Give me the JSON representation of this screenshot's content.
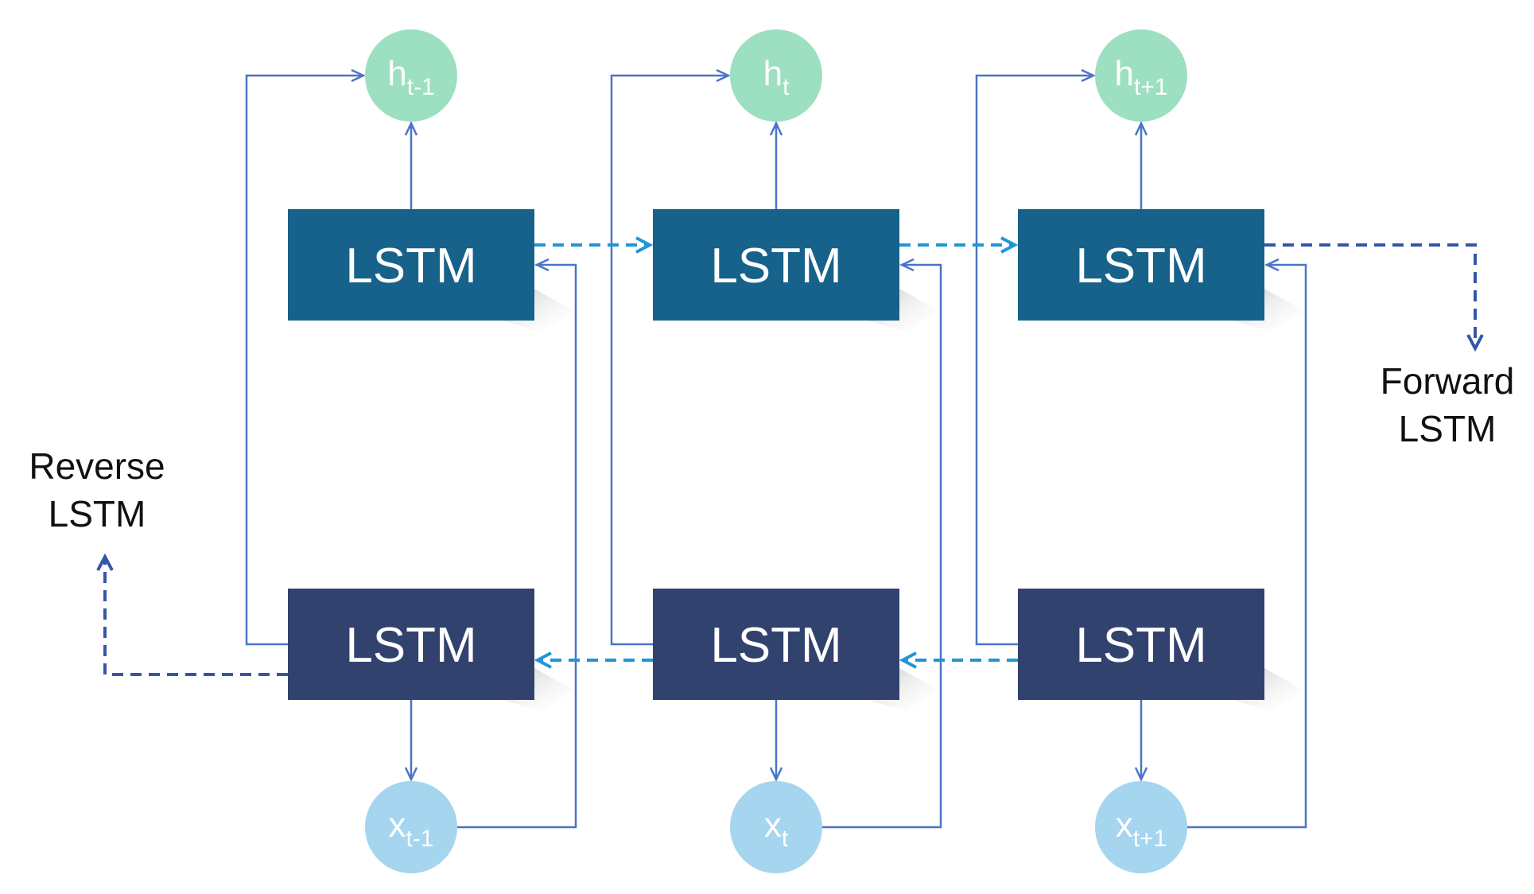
{
  "colors": {
    "forward_block": "#16628a",
    "reverse_block": "#32426f",
    "output_node": "#9ddfc1",
    "input_node": "#a5d5ef",
    "connector": "#4a74c8",
    "forward_dashed": "#2196d6",
    "reverse_dashed": "#3556a8"
  },
  "forward_blocks": [
    {
      "label": "LSTM"
    },
    {
      "label": "LSTM"
    },
    {
      "label": "LSTM"
    }
  ],
  "reverse_blocks": [
    {
      "label": "LSTM"
    },
    {
      "label": "LSTM"
    },
    {
      "label": "LSTM"
    }
  ],
  "outputs": [
    {
      "base": "h",
      "sub": "t-1"
    },
    {
      "base": "h",
      "sub": "t"
    },
    {
      "base": "h",
      "sub": "t+1"
    }
  ],
  "inputs": [
    {
      "base": "x",
      "sub": "t-1"
    },
    {
      "base": "x",
      "sub": "t"
    },
    {
      "base": "x",
      "sub": "t+1"
    }
  ],
  "labels": {
    "forward_line1": "Forward",
    "forward_line2": "LSTM",
    "reverse_line1": "Reverse",
    "reverse_line2": "LSTM"
  }
}
